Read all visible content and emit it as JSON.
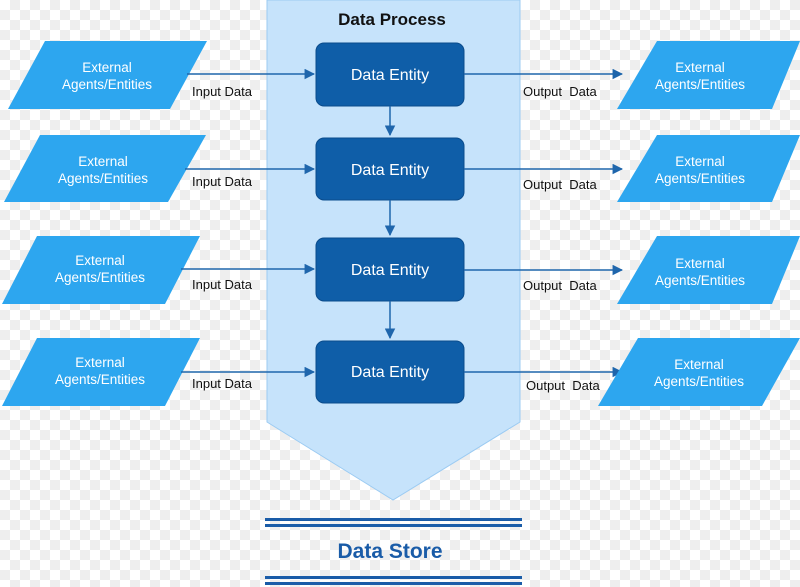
{
  "process": {
    "title": "Data Process"
  },
  "store": {
    "title": "Data Store"
  },
  "rows": [
    {
      "agent_in": [
        "External",
        "Agents/Entities"
      ],
      "input_label": "Input Data",
      "entity": "Data Entity",
      "output_label": "Output  Data",
      "agent_out": [
        "External",
        "Agents/Entities"
      ]
    },
    {
      "agent_in": [
        "External",
        "Agents/Entities"
      ],
      "input_label": "Input Data",
      "entity": "Data Entity",
      "output_label": "Output  Data",
      "agent_out": [
        "External",
        "Agents/Entities"
      ]
    },
    {
      "agent_in": [
        "External",
        "Agents/Entities"
      ],
      "input_label": "Input Data",
      "entity": "Data Entity",
      "output_label": "Output  Data",
      "agent_out": [
        "External",
        "Agents/Entities"
      ]
    },
    {
      "agent_in": [
        "External",
        "Agents/Entities"
      ],
      "input_label": "Input Data",
      "entity": "Data Entity",
      "output_label": "Output  Data",
      "agent_out": [
        "External",
        "Agents/Entities"
      ]
    }
  ],
  "colors": {
    "band": "#c6e3fb",
    "entity": "#0f5ea8",
    "entity_border": "#0b4c8c",
    "agent": "#2da6ef",
    "arrow": "#1f66ac",
    "store_line": "#1a5ca8",
    "store_text": "#1a5ca8"
  }
}
